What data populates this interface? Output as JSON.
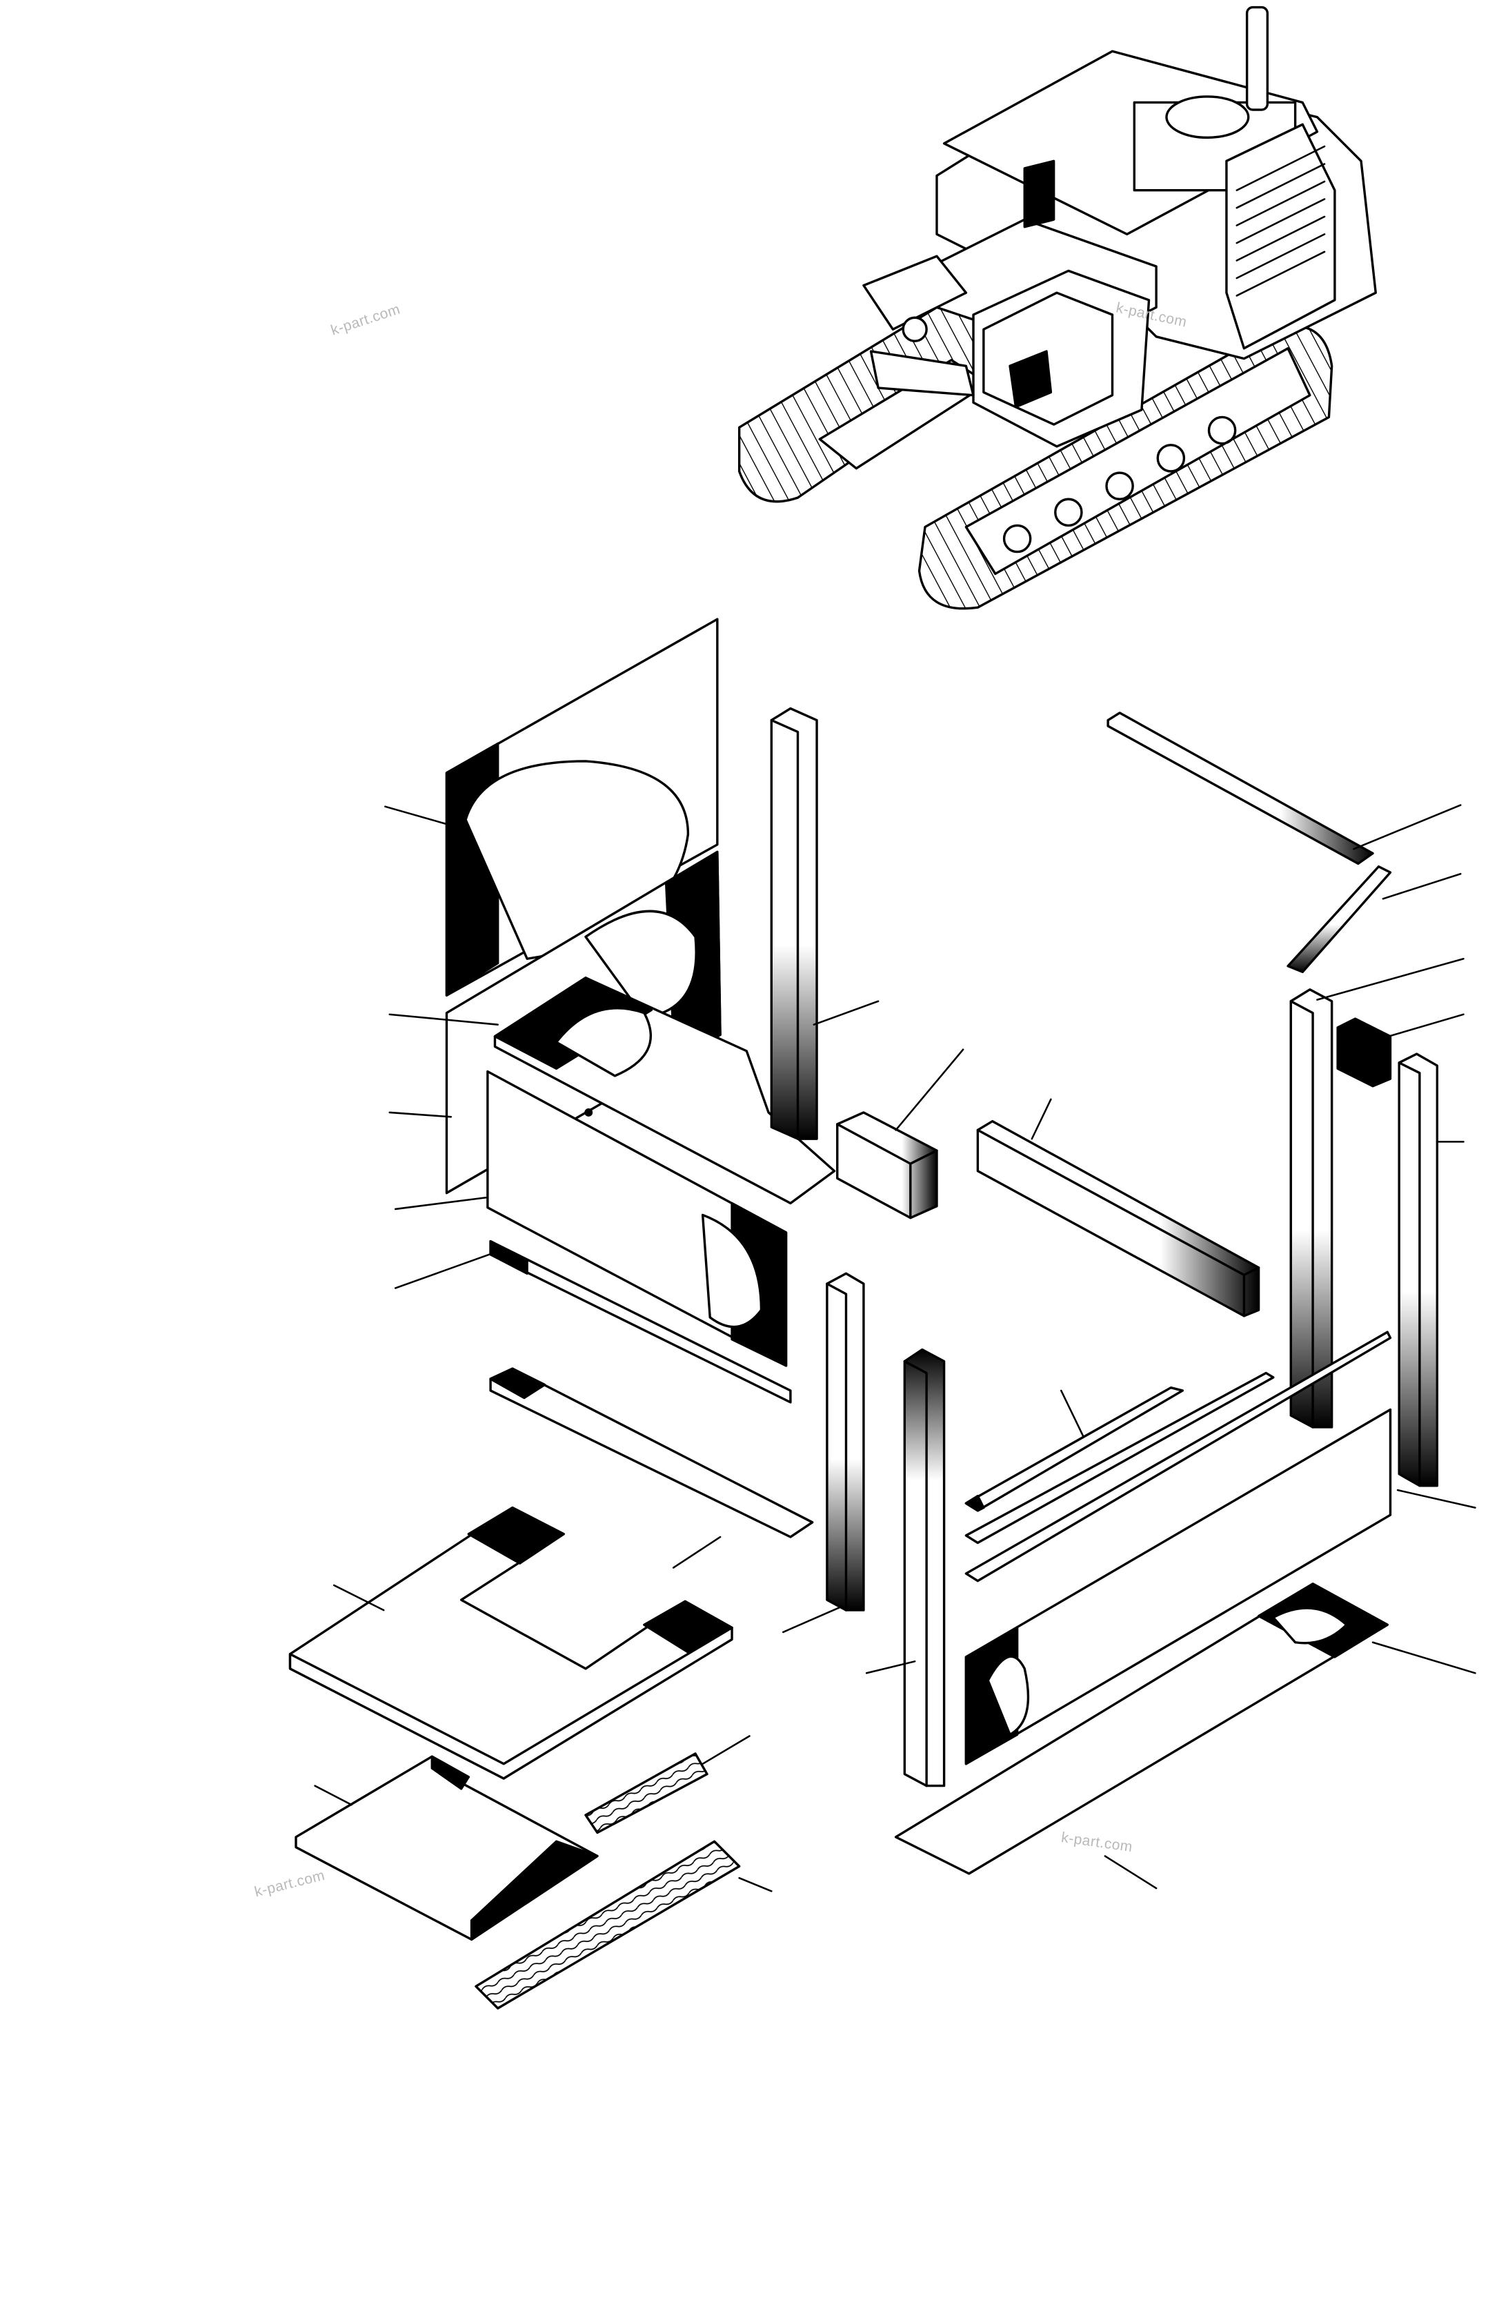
{
  "watermark": {
    "text": "k-part.com"
  },
  "figure": {
    "overview_illustration": "crawler-excavator",
    "part_count": 24
  },
  "colors": {
    "line": "#000000",
    "paper": "#ffffff",
    "watermark": "#b9b9b9"
  }
}
